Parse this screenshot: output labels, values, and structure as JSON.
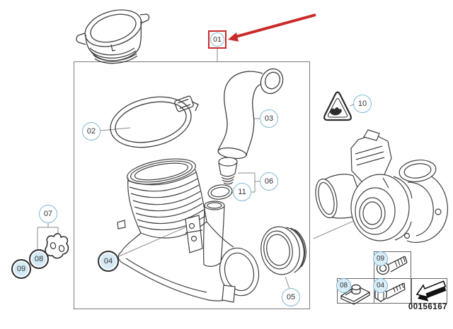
{
  "diagram": {
    "part_number": "00156167",
    "callouts": {
      "c01": "01",
      "c02": "02",
      "c03": "03",
      "c04": "04",
      "c05": "05",
      "c06": "06",
      "c07": "07",
      "c08": "08",
      "c09": "09",
      "c10": "10",
      "c11": "11"
    },
    "legend": {
      "socket_bolt_label": "09",
      "clip_nut_label": "08",
      "hex_bolt_label": "04"
    },
    "colors": {
      "highlight_red": "#c92a2a",
      "callout_stroke": "#7fb8d6",
      "callout_highlight_fill": "#d3eaf6",
      "line_art": "#3f3f3f"
    }
  }
}
